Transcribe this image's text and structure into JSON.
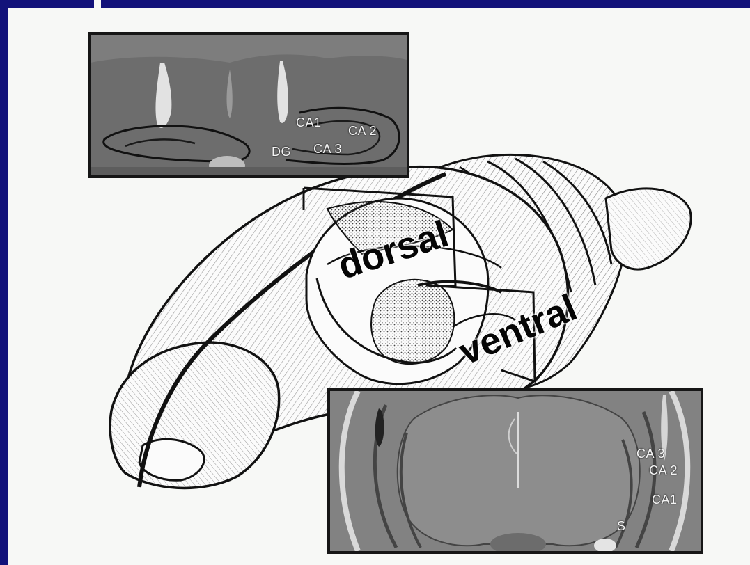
{
  "colors": {
    "frame": "#12127a",
    "background": "#f7f8f6",
    "panel_border": "#161616",
    "outline": "#111111"
  },
  "dorsal_section": {
    "labels": {
      "ca1": "CA1",
      "ca2": "CA 2",
      "ca3": "CA 3",
      "dg": "DG"
    }
  },
  "brain_drawing": {
    "labels": {
      "dorsal": "dorsal",
      "ventral": "ventral"
    }
  },
  "ventral_section": {
    "labels": {
      "ca3": "CA 3",
      "ca2": "CA 2",
      "ca1": "CA1",
      "s": "S"
    }
  }
}
